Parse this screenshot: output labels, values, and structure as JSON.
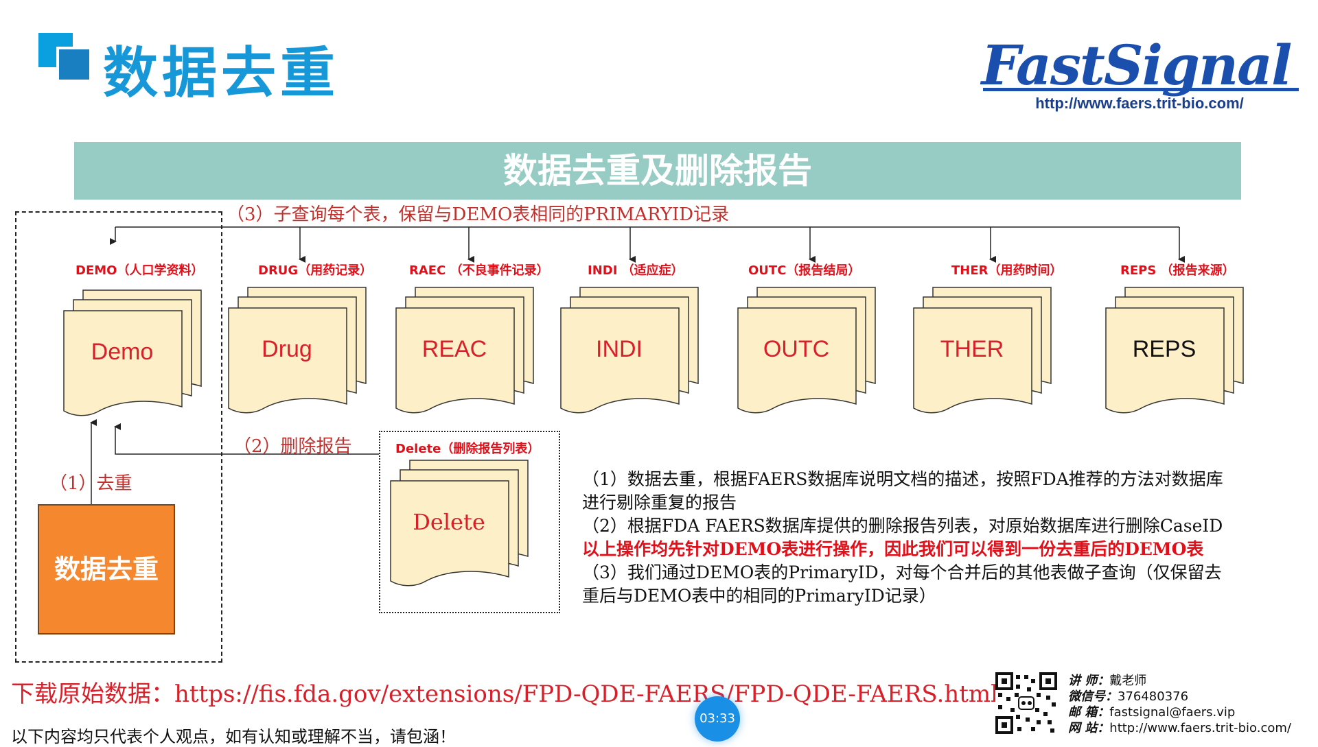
{
  "header": {
    "title": "数据去重",
    "brand": "FastSignal",
    "brand_url": "http://www.faers.trit-bio.com/"
  },
  "banner": "数据去重及删除报告",
  "step3_caption": "（3）子查询每个表，保留与DEMO表相同的PRIMARYID记录",
  "step2_caption": "（2）删除报告",
  "step1_caption": "（1）去重",
  "tables": [
    {
      "label": "DEMO（人口学资料）",
      "doc": "Demo",
      "color": "#e0101a"
    },
    {
      "label": "DRUG（用药记录）",
      "doc": "Drug",
      "color": "#e0101a"
    },
    {
      "label": "RAEC （不良事件记录）",
      "doc": "REAC",
      "color": "#e0101a"
    },
    {
      "label": "INDI （适应症）",
      "doc": "INDI",
      "color": "#e0101a"
    },
    {
      "label": "OUTC（报告结局）",
      "doc": "OUTC",
      "color": "#e0101a"
    },
    {
      "label": "THER（用药时间）",
      "doc": "THER",
      "color": "#e0101a"
    },
    {
      "label": "REPS （报告来源）",
      "doc": "REPS",
      "color": "#111111"
    }
  ],
  "delete": {
    "label": "Delete（删除报告列表）",
    "doc": "Delete"
  },
  "dedup_box": "数据去重",
  "description": [
    "（1）数据去重，根据FAERS数据库说明文档的描述，按照FDA推荐的方法对数据库",
    "进行剔除重复的报告",
    "（2）根据FDA FAERS数据库提供的删除报告列表，对原始数据库进行删除CaseID",
    "以上操作均先针对DEMO表进行操作，因此我们可以得到一份去重后的DEMO表",
    "（3）我们通过DEMO表的PrimaryID，对每个合并后的其他表做子查询（仅保留去",
    "重后与DEMO表中的相同的PrimaryID记录）"
  ],
  "download": "下载原始数据：https://fis.fda.gov/extensions/FPD-QDE-FAERS/FPD-QDE-FAERS.html",
  "disclaimer": "以下内容均只代表个人观点，如有认知或理解不当，请包涵！",
  "timer": "03:33",
  "contact": [
    {
      "key": "讲 师：",
      "value": "戴老师"
    },
    {
      "key": "微信号：",
      "value": "376480376"
    },
    {
      "key": "邮 箱：",
      "value": "fastsignal@faers.vip"
    },
    {
      "key": "网 站：",
      "value": "http://www.faers.trit-bio.com/"
    }
  ],
  "colors": {
    "doc_fill": "#fdf0c8",
    "doc_text_red": "#d8202a",
    "banner": "#96ccc4",
    "orange": "#f5882e"
  }
}
